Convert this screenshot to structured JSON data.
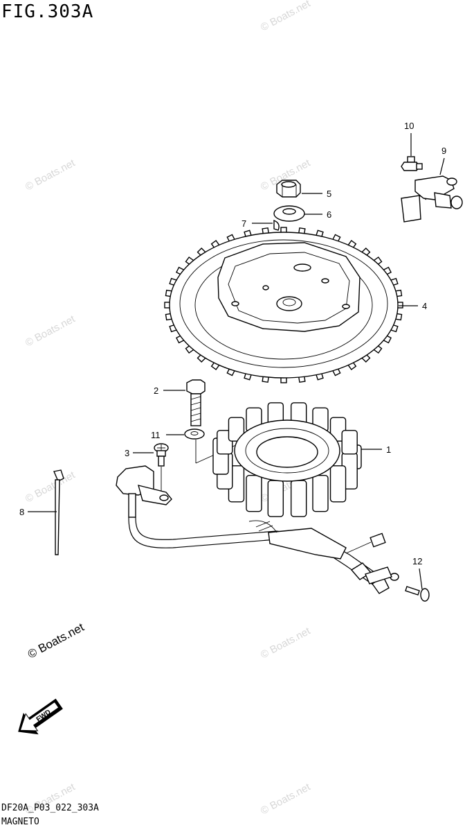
{
  "header": {
    "figure_title": "FIG.303A"
  },
  "footer": {
    "drawing_code": "DF20A_P03_022_303A",
    "section_name": "MAGNETO"
  },
  "copyright": "© Boats.net",
  "watermark": "© Boats.net",
  "direction_arrow": {
    "label": "FWD",
    "icon": "forward-arrow-icon"
  },
  "callouts": [
    "1",
    "2",
    "3",
    "4",
    "5",
    "6",
    "7",
    "8",
    "9",
    "10",
    "11",
    "12"
  ]
}
